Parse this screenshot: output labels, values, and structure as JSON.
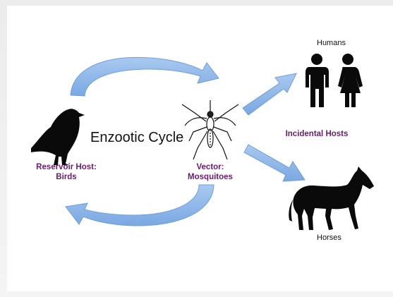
{
  "diagram": {
    "title": "Enzootic Cycle",
    "reservoir": {
      "line1": "Reservoir Host:",
      "line2": "Birds"
    },
    "vector": {
      "line1": "Vector:",
      "line2": "Mosquitoes"
    },
    "incidental": "Incidental Hosts",
    "humans": "Humans",
    "horses": "Horses"
  },
  "colors": {
    "arrow_fill": "#8cb6e8",
    "arrow_stroke": "#6f9fd8",
    "label_purple": "#6a1c6e",
    "silhouette": "#0a0a0a"
  },
  "icons": [
    "bird-icon",
    "mosquito-icon",
    "human-icon",
    "horse-icon"
  ]
}
